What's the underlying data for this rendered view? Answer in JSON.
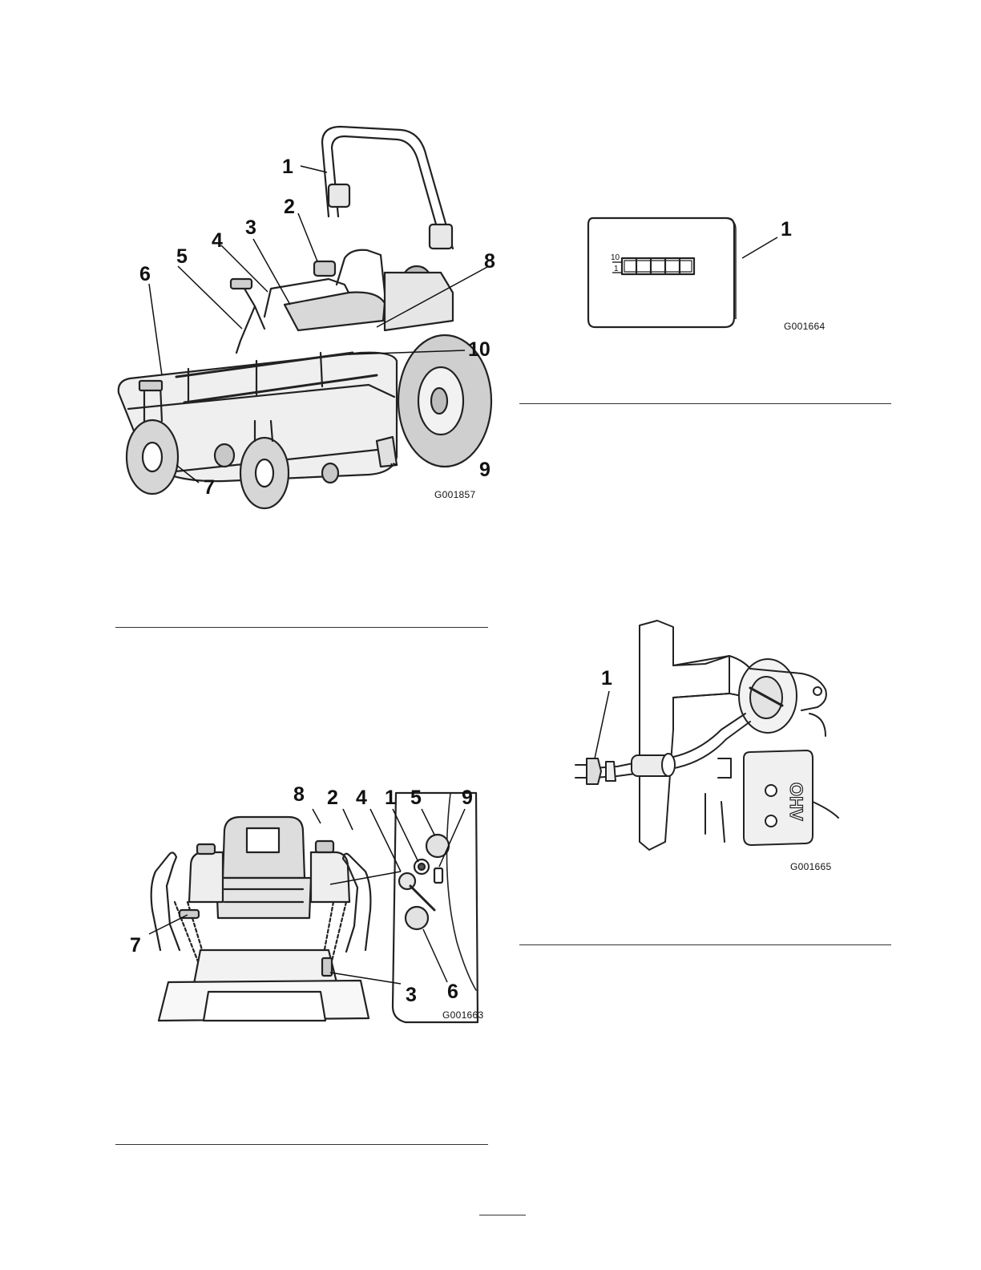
{
  "figures": {
    "mower_side": {
      "code": "G001857",
      "callouts": [
        "1",
        "2",
        "3",
        "4",
        "5",
        "6",
        "7",
        "8",
        "9",
        "10"
      ]
    },
    "hour_meter": {
      "code": "G001664",
      "callouts": [
        "1"
      ],
      "scale_top": "10",
      "scale_bottom": "1"
    },
    "control_panel": {
      "code": "G001663",
      "callouts": [
        "8",
        "2",
        "4",
        "1",
        "5",
        "9",
        "7",
        "3",
        "6"
      ]
    },
    "fuel_shutoff": {
      "code": "G001665",
      "callouts": [
        "1"
      ],
      "engine_label": "OHV"
    }
  }
}
